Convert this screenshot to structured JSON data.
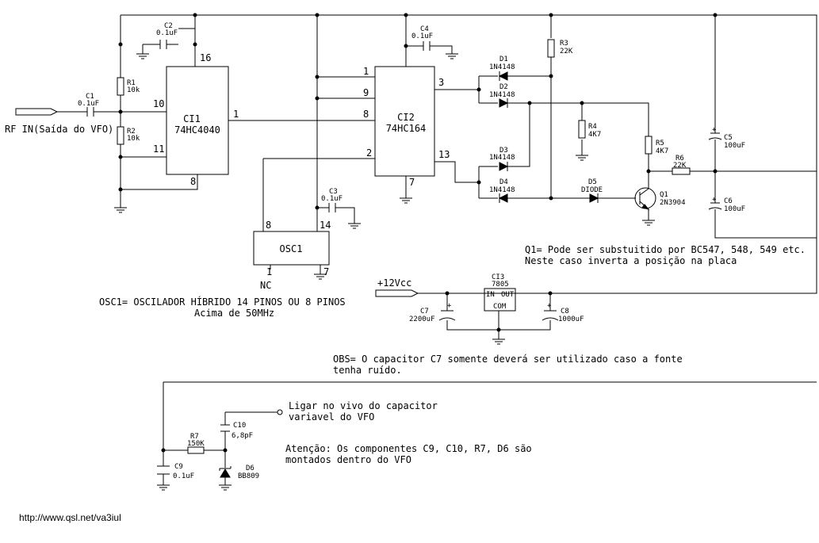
{
  "input": {
    "rf_in": "RF IN(Saída do VFO)",
    "power": "+12Vcc"
  },
  "ics": {
    "ci1": {
      "name": "CI1",
      "part": "74HC4040",
      "pin_vcc": "16",
      "pin_in": "10",
      "pin_rst": "11",
      "pin_gnd": "8",
      "pin_out": "1"
    },
    "ci2": {
      "name": "CI2",
      "part": "74HC164",
      "pin_a": "1",
      "pin_b": "9",
      "pin_clk": "8",
      "pin_in2": "2",
      "pin_gnd": "7",
      "pin_q3": "3",
      "pin_q13": "13"
    },
    "osc1": {
      "name": "OSC1",
      "pin8": "8",
      "pin14": "14",
      "pin1": "1",
      "pin7": "7",
      "nc": "NC"
    },
    "ci3": {
      "name": "CI3",
      "part": "7805",
      "in": "IN",
      "out": "OUT",
      "com": "COM"
    }
  },
  "components": {
    "c1": {
      "name": "C1",
      "value": "0.1uF"
    },
    "c2": {
      "name": "C2",
      "value": "0.1uF"
    },
    "c3": {
      "name": "C3",
      "value": "0.1uF"
    },
    "c4": {
      "name": "C4",
      "value": "0.1uF"
    },
    "c5": {
      "name": "C5",
      "value": "100uF"
    },
    "c6": {
      "name": "C6",
      "value": "100uF"
    },
    "c7": {
      "name": "C7",
      "value": "2200uF"
    },
    "c8": {
      "name": "C8",
      "value": "1000uF"
    },
    "c9": {
      "name": "C9",
      "value": "0.1uF"
    },
    "c10": {
      "name": "C10",
      "value": "6,8pF"
    },
    "r1": {
      "name": "R1",
      "value": "10k"
    },
    "r2": {
      "name": "R2",
      "value": "10k"
    },
    "r3": {
      "name": "R3",
      "value": "22K"
    },
    "r4": {
      "name": "R4",
      "value": "4K7"
    },
    "r5": {
      "name": "R5",
      "value": "4K7"
    },
    "r6": {
      "name": "R6",
      "value": "22K"
    },
    "r7": {
      "name": "R7",
      "value": "150K"
    },
    "d1": {
      "name": "D1",
      "value": "1N4148"
    },
    "d2": {
      "name": "D2",
      "value": "1N4148"
    },
    "d3": {
      "name": "D3",
      "value": "1N4148"
    },
    "d4": {
      "name": "D4",
      "value": "1N4148"
    },
    "d5": {
      "name": "D5",
      "value": "DIODE"
    },
    "d6": {
      "name": "D6",
      "value": "BB809"
    },
    "q1": {
      "name": "Q1",
      "value": "2N3904"
    }
  },
  "notes": {
    "q1_line1": "Q1= Pode ser substuitido por BC547, 548, 549 etc.",
    "q1_line2": "Neste caso inverta a posição na placa",
    "osc_line1": "OSC1= OSCILADOR HÍBRIDO 14 PINOS OU 8 PINOS",
    "osc_line2": "Acima de 50MHz",
    "obs_line1": "OBS= O capacitor C7 somente deverá ser utilizado caso a fonte",
    "obs_line2": "tenha ruído.",
    "vfo_line1": "Ligar no vivo do capacitor",
    "vfo_line2": "variavel do VFO",
    "att_line1": "Atenção: Os componentes C9, C10, R7, D6 são",
    "att_line2": "montados dentro do VFO"
  },
  "footer": {
    "url": "http://www.qsl.net/va3iul"
  }
}
